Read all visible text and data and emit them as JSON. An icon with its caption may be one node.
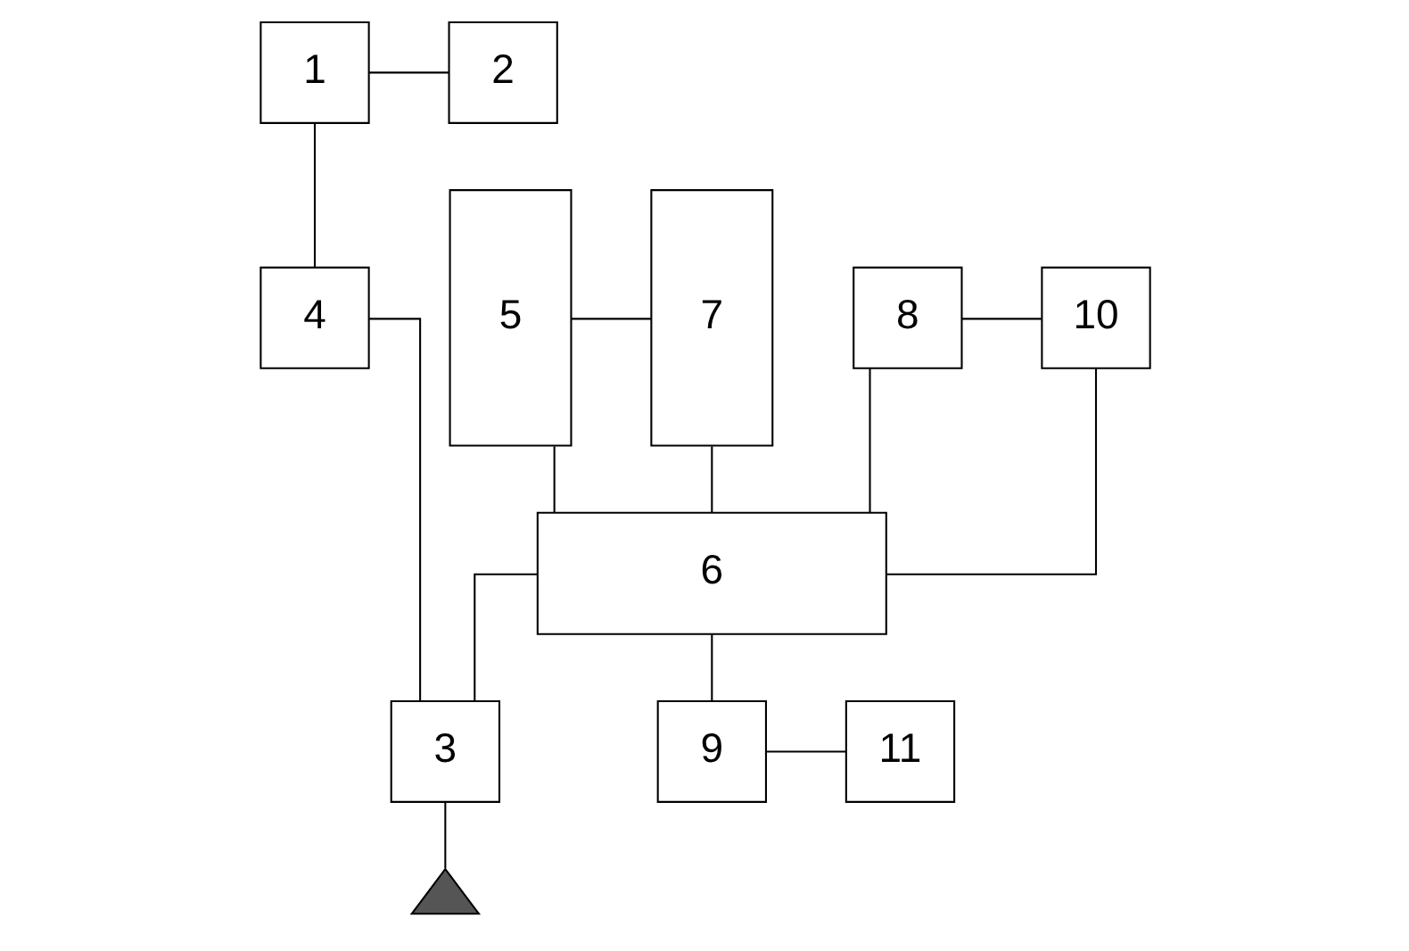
{
  "diagram": {
    "nodes": [
      {
        "text": [
          "1"
        ]
      },
      {
        "text": [
          "2"
        ]
      },
      {
        "text": [
          "4"
        ]
      },
      {
        "text": [
          "8"
        ]
      },
      {
        "text": [
          "10"
        ]
      },
      {
        "text": [
          "5"
        ]
      },
      {
        "text": [
          "7"
        ]
      },
      {
        "text": [
          "3"
        ]
      },
      {
        "text": [
          "9"
        ]
      },
      {
        "text": [
          "11"
        ]
      },
      {
        "text": [
          "6"
        ]
      },
      {
        "text": [],
        "shape": "triangle"
      }
    ],
    "edges": [
      {
        "from": 0,
        "to": 1,
        "arrow": "none"
      },
      {
        "from": 0,
        "to": 2,
        "arrow": "none"
      },
      {
        "from": 2,
        "to": 7,
        "arrow": "none"
      },
      {
        "from": 3,
        "to": 4,
        "arrow": "none"
      },
      {
        "from": 5,
        "to": 6,
        "arrow": "none"
      },
      {
        "from": 8,
        "to": 9,
        "arrow": "none"
      },
      {
        "from": 5,
        "to": 10,
        "arrow": "none"
      },
      {
        "from": 6,
        "to": 10,
        "arrow": "none"
      },
      {
        "from": 7,
        "to": 11,
        "arrow": "none"
      },
      {
        "from": 10,
        "to": 7,
        "arrow": "none"
      },
      {
        "from": 10,
        "to": 8,
        "arrow": "none"
      },
      {
        "from": 10,
        "to": 3,
        "arrow": "none"
      },
      {
        "from": 10,
        "to": 4,
        "arrow": "none"
      }
    ]
  }
}
